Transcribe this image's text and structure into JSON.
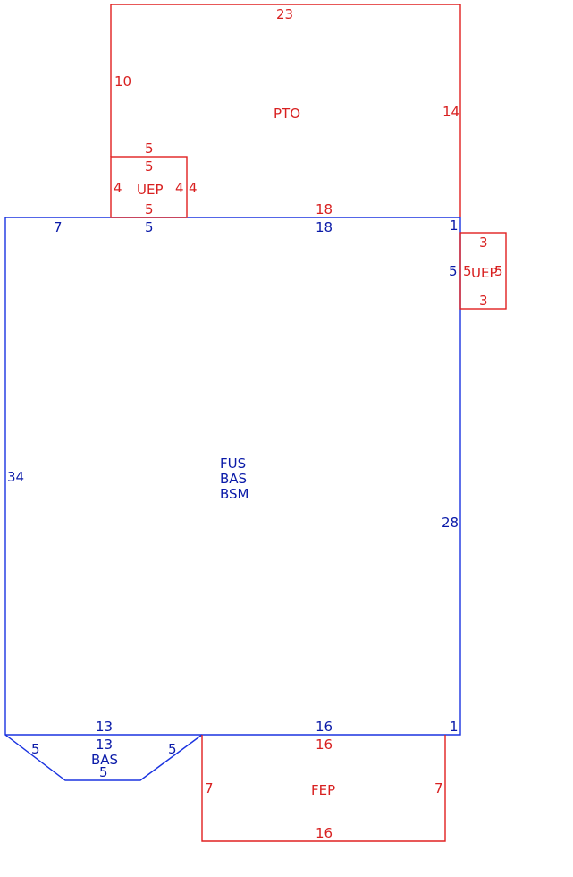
{
  "colors": {
    "main_outline": "#1a33e0",
    "main_text": "#0a1aa8",
    "addition_outline": "#e02020",
    "addition_text": "#d82020"
  },
  "main_area": {
    "labels": [
      "FUS",
      "BAS",
      "BSM"
    ],
    "dims": {
      "top_left": "7",
      "top_mid": "5",
      "top_right": "18",
      "top_corner": "1",
      "right_upper": "5",
      "right": "28",
      "left": "34",
      "bottom_left": "13",
      "bottom_right": "16",
      "bottom_corner": "1"
    }
  },
  "bas_bay": {
    "label": "BAS",
    "dims": {
      "top": "13",
      "left": "5",
      "right": "5",
      "bottom": "5"
    }
  },
  "pto": {
    "label": "PTO",
    "dims": {
      "top": "23",
      "left": "10",
      "right": "14",
      "bottom_left": "5",
      "bottom_right": "18"
    }
  },
  "uep_top": {
    "label": "UEP",
    "dims": {
      "top": "5",
      "left": "4",
      "right": "4",
      "right_outer": "4",
      "bottom": "5"
    }
  },
  "uep_side": {
    "label": "UEP",
    "dims": {
      "top": "3",
      "left": "5",
      "right": "5",
      "bottom": "3"
    }
  },
  "fep": {
    "label": "FEP",
    "dims": {
      "top": "16",
      "left": "7",
      "right": "7",
      "bottom": "16"
    }
  }
}
